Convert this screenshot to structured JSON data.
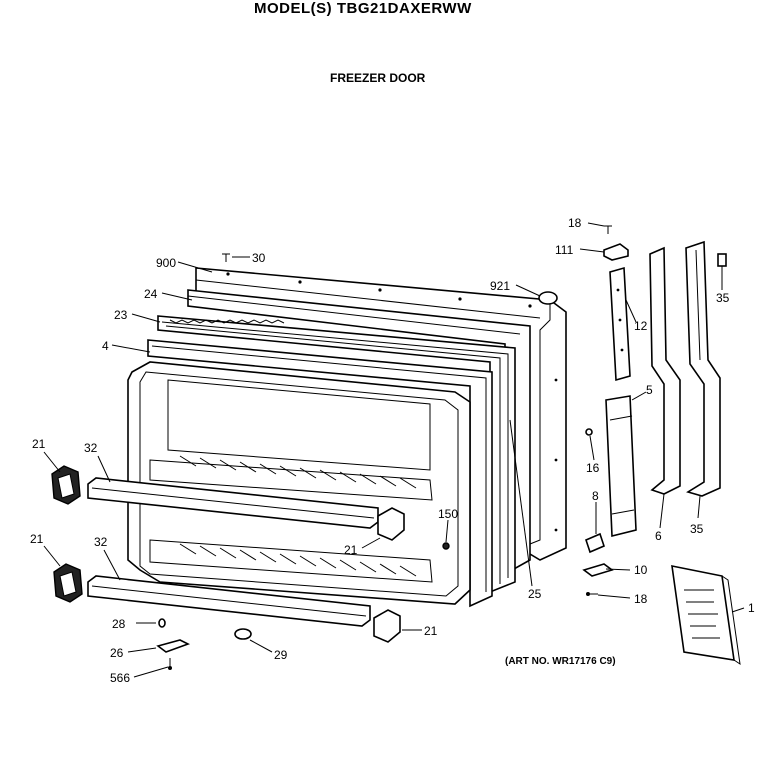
{
  "header": {
    "model": "MODEL(S) TBG21DAXERWW",
    "section": "FREEZER DOOR",
    "art_number": "(ART NO. WR17176 C9)"
  },
  "callouts": [
    {
      "id": "c-900",
      "text": "900"
    },
    {
      "id": "c-30",
      "text": "30"
    },
    {
      "id": "c-24",
      "text": "24"
    },
    {
      "id": "c-23",
      "text": "23"
    },
    {
      "id": "c-4",
      "text": "4"
    },
    {
      "id": "c-921",
      "text": "921"
    },
    {
      "id": "c-18a",
      "text": "18"
    },
    {
      "id": "c-111",
      "text": "111"
    },
    {
      "id": "c-12",
      "text": "12"
    },
    {
      "id": "c-35a",
      "text": "35"
    },
    {
      "id": "c-5",
      "text": "5"
    },
    {
      "id": "c-16",
      "text": "16"
    },
    {
      "id": "c-8",
      "text": "8"
    },
    {
      "id": "c-6",
      "text": "6"
    },
    {
      "id": "c-35b",
      "text": "35"
    },
    {
      "id": "c-10",
      "text": "10"
    },
    {
      "id": "c-18b",
      "text": "18"
    },
    {
      "id": "c-1",
      "text": "1"
    },
    {
      "id": "c-21a",
      "text": "21"
    },
    {
      "id": "c-32a",
      "text": "32"
    },
    {
      "id": "c-21b",
      "text": "21"
    },
    {
      "id": "c-32b",
      "text": "32"
    },
    {
      "id": "c-150",
      "text": "150"
    },
    {
      "id": "c-21c",
      "text": "21"
    },
    {
      "id": "c-25",
      "text": "25"
    },
    {
      "id": "c-21d",
      "text": "21"
    },
    {
      "id": "c-28",
      "text": "28"
    },
    {
      "id": "c-26",
      "text": "26"
    },
    {
      "id": "c-29",
      "text": "29"
    },
    {
      "id": "c-566",
      "text": "566"
    }
  ]
}
